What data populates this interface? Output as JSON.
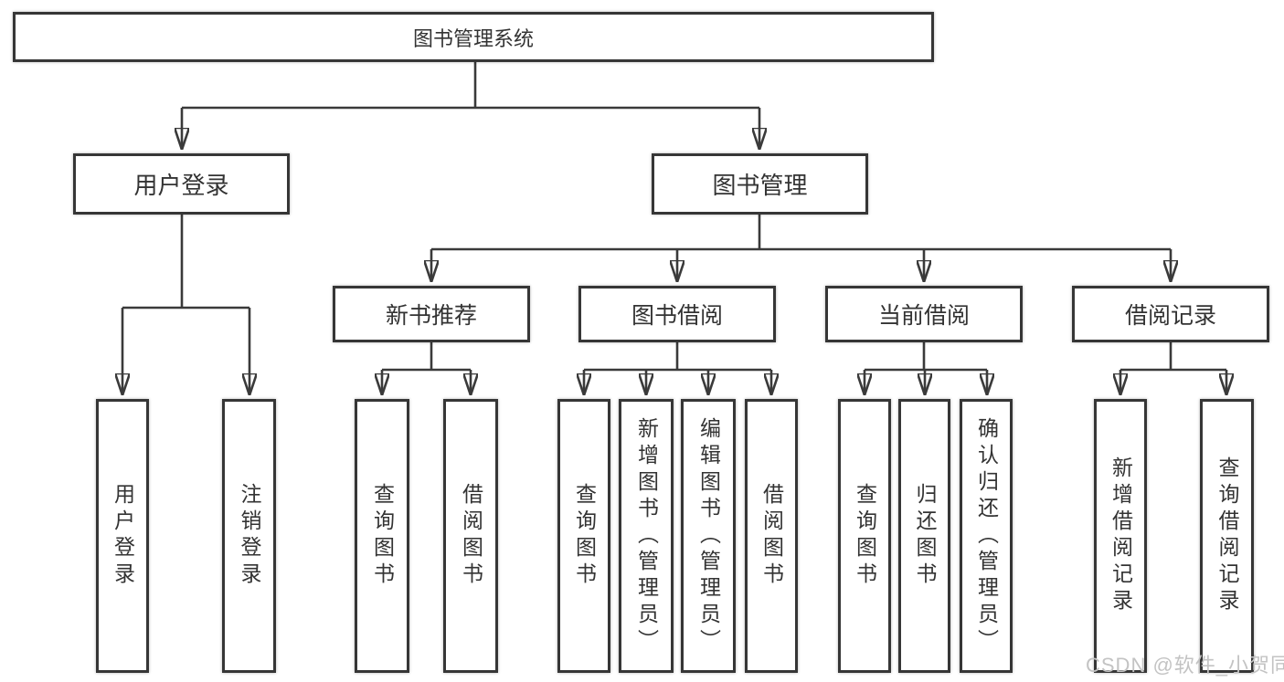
{
  "diagram": {
    "title": "图书管理系统",
    "root": {
      "label": "图书管理系统"
    },
    "level2": [
      {
        "id": "user-login",
        "label": "用户登录"
      },
      {
        "id": "book-management",
        "label": "图书管理"
      }
    ],
    "level3": [
      {
        "id": "new-book-recommend",
        "label": "新书推荐"
      },
      {
        "id": "book-borrow",
        "label": "图书借阅"
      },
      {
        "id": "current-borrow",
        "label": "当前借阅"
      },
      {
        "id": "borrow-record",
        "label": "借阅记录"
      }
    ],
    "leaves": {
      "user_login": [
        {
          "label": "用户登录"
        },
        {
          "label": "注销登录"
        }
      ],
      "new_book": [
        {
          "label": "查询图书"
        },
        {
          "label": "借阅图书"
        }
      ],
      "book_borrow": [
        {
          "label": "查询图书"
        },
        {
          "label": "新增图书（管理员）"
        },
        {
          "label": "编辑图书（管理员）"
        },
        {
          "label": "借阅图书"
        }
      ],
      "current_borrow": [
        {
          "label": "查询图书"
        },
        {
          "label": "归还图书"
        },
        {
          "label": "确认归还（管理员）"
        }
      ],
      "borrow_record": [
        {
          "label": "新增借阅记录"
        },
        {
          "label": "查询借阅记录"
        }
      ]
    }
  },
  "watermark": {
    "text": "CSDN @软件_小贺同学"
  },
  "colors": {
    "line": "#3a3a3a",
    "border": "#363636",
    "text": "#333333",
    "background": "#ffffff",
    "watermark": "#c3c3c3"
  }
}
